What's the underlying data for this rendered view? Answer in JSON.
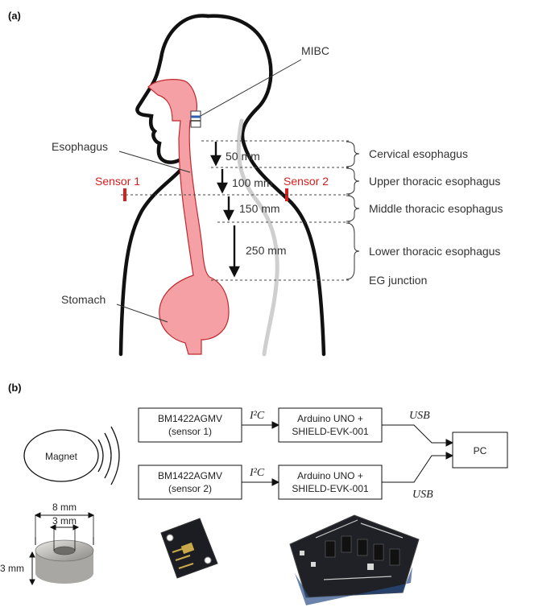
{
  "panel_a": {
    "label": "(a)",
    "mibc": "MIBC",
    "esophagus": "Esophagus",
    "stomach": "Stomach",
    "sensor1": "Sensor 1",
    "sensor2": "Sensor 2",
    "distances": [
      "50 mm",
      "100 mm",
      "150 mm",
      "250 mm"
    ],
    "regions": [
      "Cervical esophagus",
      "Upper thoracic esophagus",
      "Middle thoracic esophagus",
      "Lower thoracic esophagus",
      "EG junction"
    ]
  },
  "panel_b": {
    "label": "(b)",
    "magnet": "Magnet",
    "sensor_box_1": {
      "line1": "BM1422AGMV",
      "line2": "(sensor 1)"
    },
    "sensor_box_2": {
      "line1": "BM1422AGMV",
      "line2": "(sensor 2)"
    },
    "arduino_box_1": {
      "line1": "Arduino UNO +",
      "line2": "SHIELD-EVK-001"
    },
    "arduino_box_2": {
      "line1": "Arduino UNO +",
      "line2": "SHIELD-EVK-001"
    },
    "i2c_1": "I²C",
    "i2c_2": "I²C",
    "usb_1": "USB",
    "usb_2": "USB",
    "pc": "PC",
    "dim_outer": "8 mm",
    "dim_inner": "3 mm",
    "dim_height": "3 mm"
  },
  "colors": {
    "esophagus_fill": "#f4a0a4",
    "sensor_red": "#d42020",
    "outline": "#111111"
  }
}
